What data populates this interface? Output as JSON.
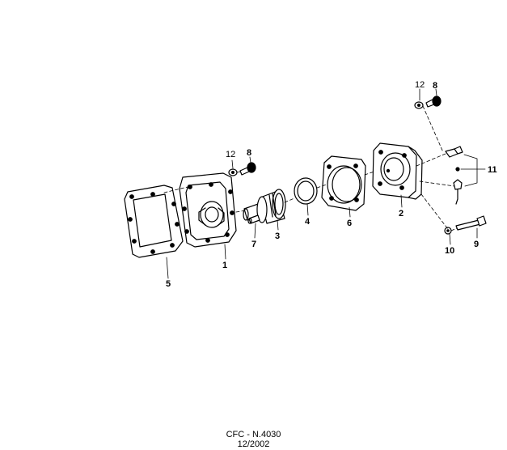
{
  "callouts": {
    "c1": "1",
    "c2": "2",
    "c3": "3",
    "c4": "4",
    "c5": "5",
    "c6": "6",
    "c7": "7",
    "c8a": "8",
    "c8b": "8",
    "c9": "9",
    "c10": "10",
    "c11": "11",
    "c12a": "12",
    "c12b": "12"
  },
  "footer": {
    "reference": "CFC - N.4030",
    "date": "12/2002"
  }
}
